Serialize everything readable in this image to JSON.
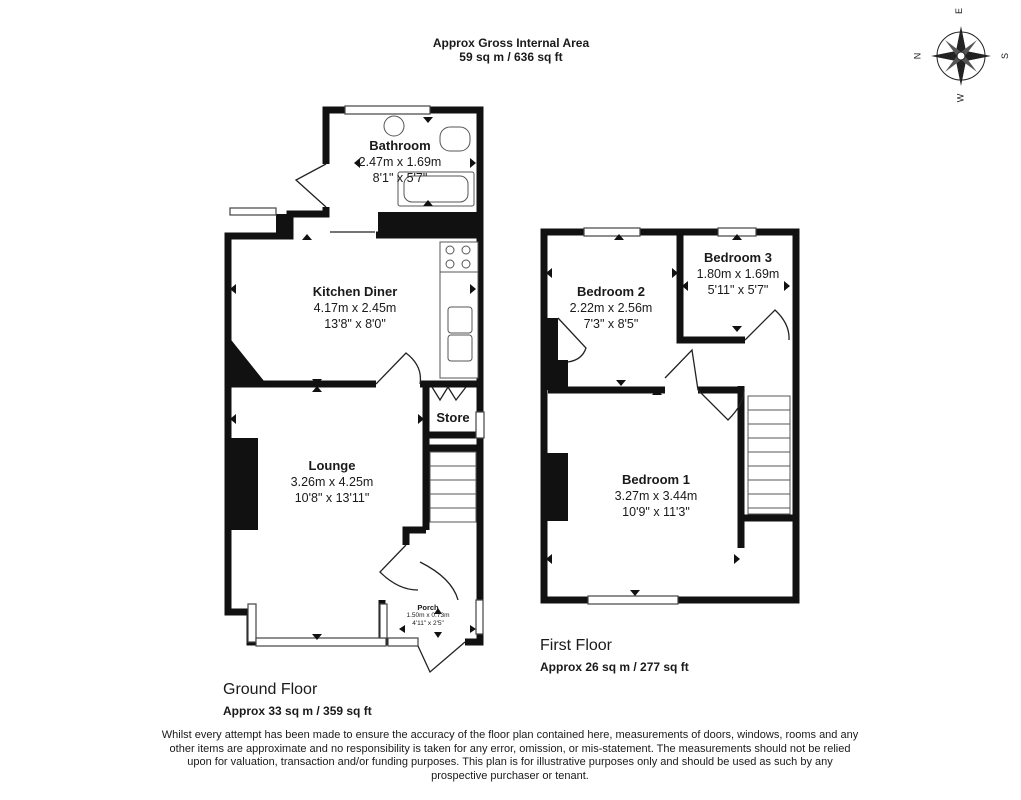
{
  "header": {
    "line1": "Approx Gross Internal Area",
    "line2": "59 sq m / 636 sq ft"
  },
  "compass": {
    "labels": {
      "top": "E",
      "left": "N",
      "right": "S",
      "bottom": "W"
    },
    "icon": "compass-rose"
  },
  "ground_floor": {
    "title": "Ground Floor",
    "area": "Approx 33 sq m / 359 sq ft",
    "rooms": {
      "bathroom": {
        "name": "Bathroom",
        "metric": "2.47m x 1.69m",
        "imperial": "8'1\" x 5'7\""
      },
      "kitchen": {
        "name": "Kitchen Diner",
        "metric": "4.17m x 2.45m",
        "imperial": "13'8\" x 8'0\""
      },
      "store": {
        "name": "Store"
      },
      "lounge": {
        "name": "Lounge",
        "metric": "3.26m x 4.25m",
        "imperial": "10'8\" x 13'11\""
      },
      "porch": {
        "name": "Porch",
        "metric": "1.50m x 0.73m",
        "imperial": "4'11\" x 2'5\""
      }
    }
  },
  "first_floor": {
    "title": "First Floor",
    "area": "Approx 26 sq m / 277 sq ft",
    "rooms": {
      "bedroom2": {
        "name": "Bedroom 2",
        "metric": "2.22m x 2.56m",
        "imperial": "7'3\" x 8'5\""
      },
      "bedroom3": {
        "name": "Bedroom 3",
        "metric": "1.80m x 1.69m",
        "imperial": "5'11\" x 5'7\""
      },
      "bedroom1": {
        "name": "Bedroom 1",
        "metric": "3.27m x 3.44m",
        "imperial": "10'9\" x 11'3\""
      }
    }
  },
  "disclaimer": "Whilst every attempt has been made to ensure the accuracy of the floor plan contained here, measurements of doors, windows, rooms and any other items are approximate and no responsibility is taken for any error, omission, or mis-statement. The measurements should not be relied upon for valuation, transaction and/or funding purposes. This plan is for illustrative purposes only and should be used as such by any prospective purchaser or tenant.",
  "colors": {
    "wall": "#111111",
    "line": "#333333",
    "window": "#555555"
  }
}
